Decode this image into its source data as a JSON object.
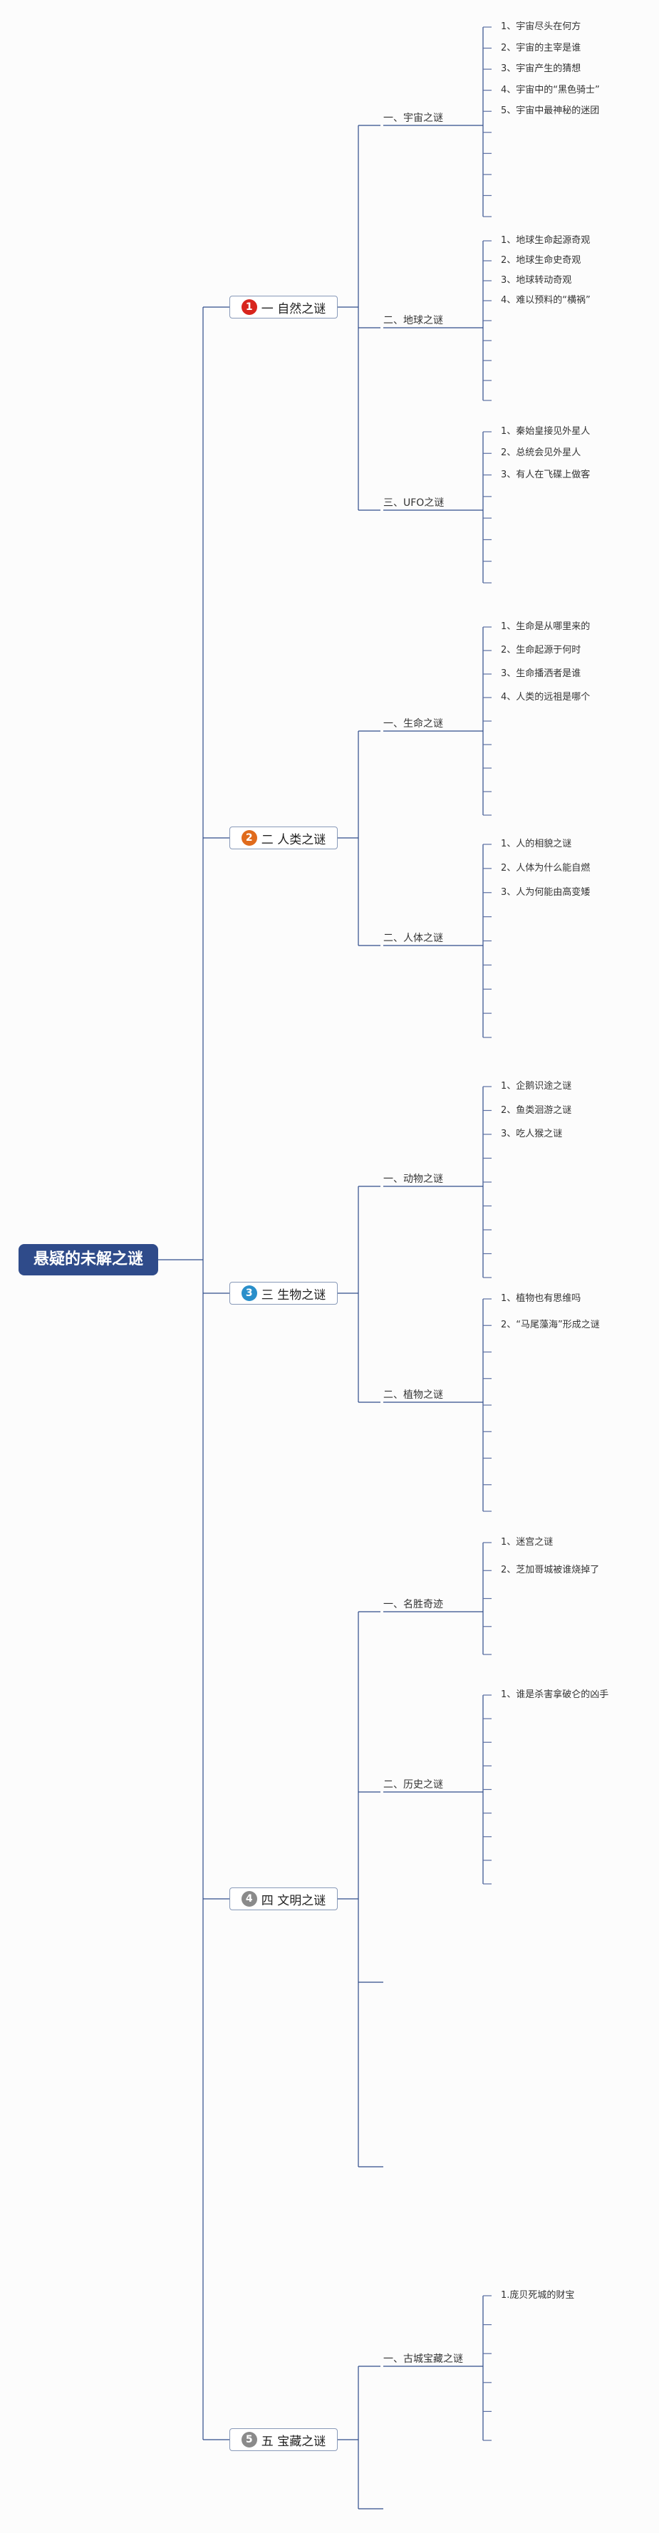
{
  "root": "悬疑的未解之谜",
  "topics": [
    {
      "num": "1",
      "color": "#d8251d",
      "label": "一 自然之谜",
      "subs": [
        {
          "label": "一、宇宙之谜",
          "leaves": [
            "1、宇宙尽头在何方",
            "2、宇宙的主宰是谁",
            "3、宇宙产生的猜想",
            "4、宇宙中的“黑色骑士”",
            "5、宇宙中最神秘的迷团"
          ],
          "blanks": 5
        },
        {
          "label": "二、地球之谜",
          "leaves": [
            "1、地球生命起源奇观",
            "2、地球生命史奇观",
            "3、地球转动奇观",
            "4、难以预料的“横祸”"
          ],
          "blanks": 5
        },
        {
          "label": "三、UFO之谜",
          "leaves": [
            "1、秦始皇接见外星人",
            "2、总统会见外星人",
            "3、有人在飞碟上做客"
          ],
          "blanks": 5
        }
      ]
    },
    {
      "num": "2",
      "color": "#e06b1c",
      "label": "二 人类之谜",
      "subs": [
        {
          "label": "一、生命之谜",
          "leaves": [
            "1、生命是从哪里来的",
            "2、生命起源于何时",
            "3、生命播洒者是谁",
            "4、人类的远祖是哪个"
          ],
          "blanks": 5
        },
        {
          "label": "二、人体之谜",
          "leaves": [
            "1、人的相貌之谜",
            "2、人体为什么能自燃",
            "3、人为何能由高变矮"
          ],
          "blanks": 6
        }
      ]
    },
    {
      "num": "3",
      "color": "#2a8fca",
      "label": "三 生物之谜",
      "subs": [
        {
          "label": "一、动物之谜",
          "leaves": [
            "1、企鹅识途之谜",
            "2、鱼类洄游之谜",
            "3、吃人猴之谜"
          ],
          "blanks": 6
        },
        {
          "label": "二、植物之谜",
          "leaves": [
            "1、植物也有思维吗",
            "2、“马尾藻海”形成之谜"
          ],
          "blanks": 7
        }
      ]
    },
    {
      "num": "4",
      "color": "#8a8a8a",
      "label": "四 文明之谜",
      "subs": [
        {
          "label": "一、名胜奇迹",
          "leaves": [
            "1、迷宫之谜",
            "2、芝加哥城被谁烧掉了"
          ],
          "blanks": 3
        },
        {
          "label": "二、历史之谜",
          "leaves": [
            "1、谁是杀害拿破仑的凶手"
          ],
          "blanks": 8
        },
        {
          "label": "",
          "leaves": [],
          "blanks": 0
        },
        {
          "label": "",
          "leaves": [],
          "blanks": 0
        }
      ]
    },
    {
      "num": "5",
      "color": "#8a8a8a",
      "label": "五 宝藏之谜",
      "subs": [
        {
          "label": "一、古城宝藏之谜",
          "leaves": [
            "1.庞贝死城的财宝"
          ],
          "blanks": 5
        },
        {
          "label": "",
          "leaves": [],
          "blanks": 0
        }
      ]
    }
  ]
}
